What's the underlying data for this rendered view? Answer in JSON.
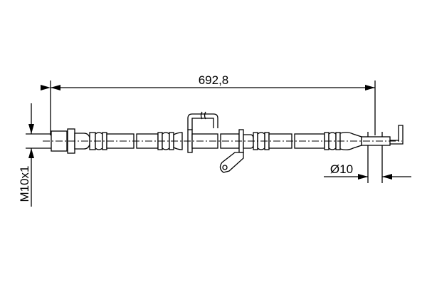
{
  "drawing": {
    "length_dimension": "692,8",
    "diameter_dimension": "Ø10",
    "thread_dimension": "M10x1",
    "line_color": "#000000",
    "background_color": "#ffffff"
  }
}
